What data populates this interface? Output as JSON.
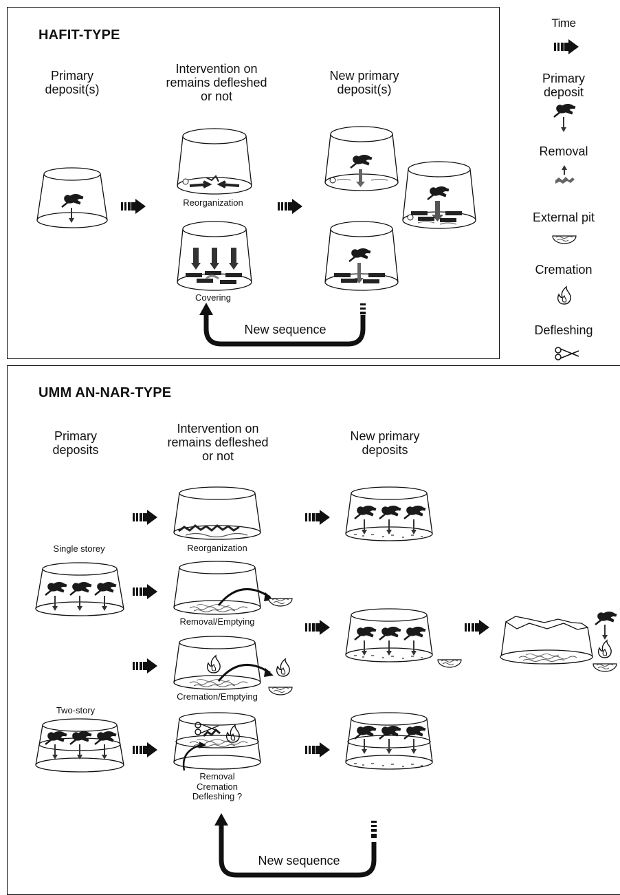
{
  "hafit": {
    "title": "HAFIT-TYPE",
    "col1": "Primary\ndeposit(s)",
    "col2": "Intervention on\nremains defleshed\nor not",
    "col3": "New primary\ndeposit(s)",
    "reorg": "Reorganization",
    "covering": "Covering",
    "sequence": "New sequence"
  },
  "legend": {
    "time": "Time",
    "primary": "Primary\ndeposit",
    "removal": "Removal",
    "pit": "External pit",
    "cremation": "Cremation",
    "defleshing": "Defleshing"
  },
  "umm": {
    "title": "UMM AN-NAR-TYPE",
    "col1": "Primary\ndeposits",
    "col2": "Intervention on\nremains defleshed\nor not",
    "col3": "New primary\ndeposits",
    "single": "Single storey",
    "reorg": "Reorganization",
    "removal": "Removal/Emptying",
    "cremation": "Cremation/Emptying",
    "two": "Two-story",
    "multi": "Removal\nCremation\nDefleshing ?",
    "sequence": "New sequence"
  }
}
